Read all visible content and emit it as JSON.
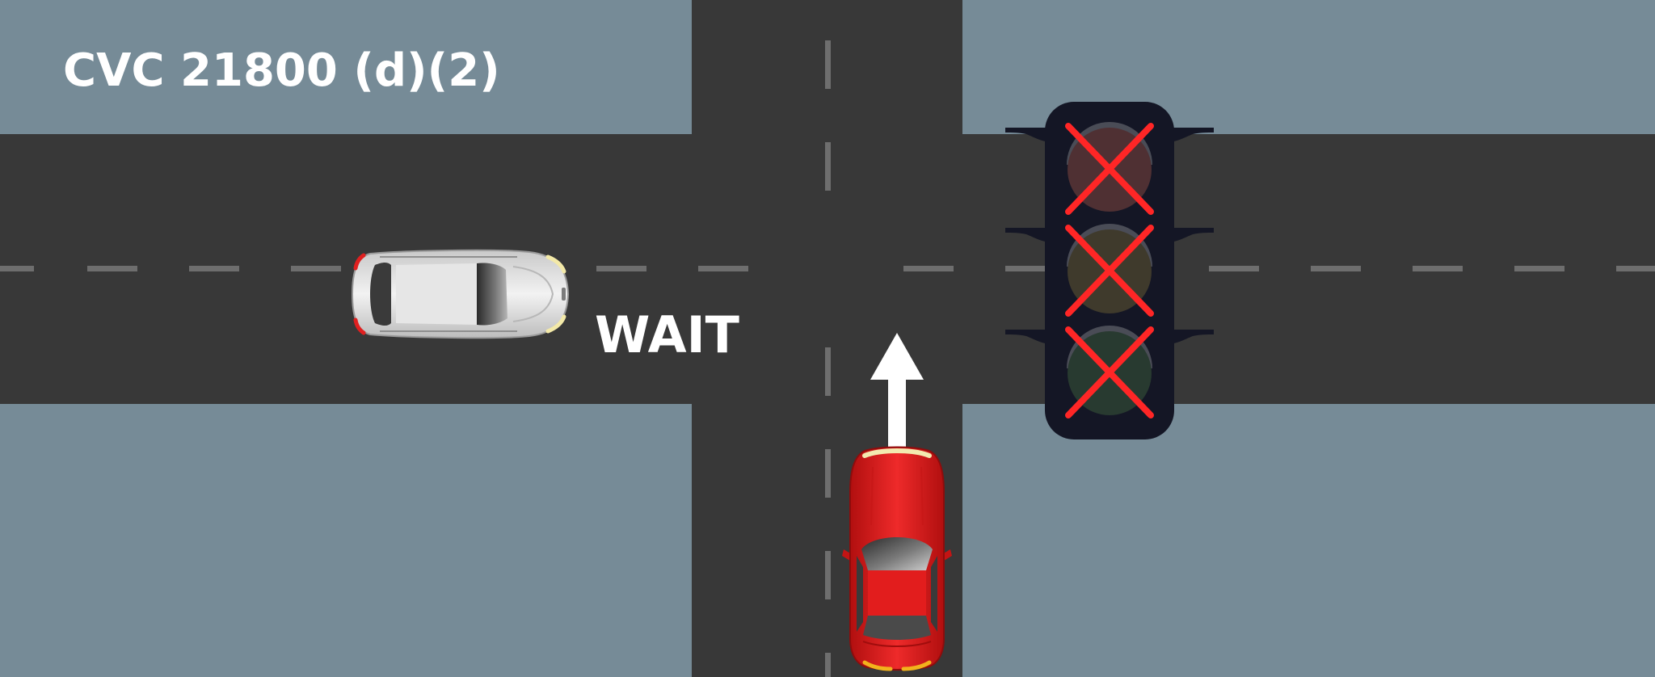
{
  "diagram": {
    "title": "CVC 21800 (d)(2)",
    "wait_label": "WAIT",
    "traffic_signal": {
      "lights": [
        "red",
        "yellow",
        "green"
      ],
      "state": "out of service",
      "marker": "red-x"
    },
    "vehicles": [
      {
        "name": "white-car",
        "color": "#dcdcdc",
        "heading": "east",
        "status": "waiting"
      },
      {
        "name": "red-car",
        "color": "#e01b1b",
        "heading": "north",
        "status": "proceeding"
      }
    ],
    "arrow": {
      "direction": "up"
    },
    "colors": {
      "ground": "#768b97",
      "road": "#383838",
      "lane_marking": "#6e6e6e",
      "signal_housing": "#141625",
      "x_mark": "#ff2626",
      "text": "#ffffff"
    }
  }
}
